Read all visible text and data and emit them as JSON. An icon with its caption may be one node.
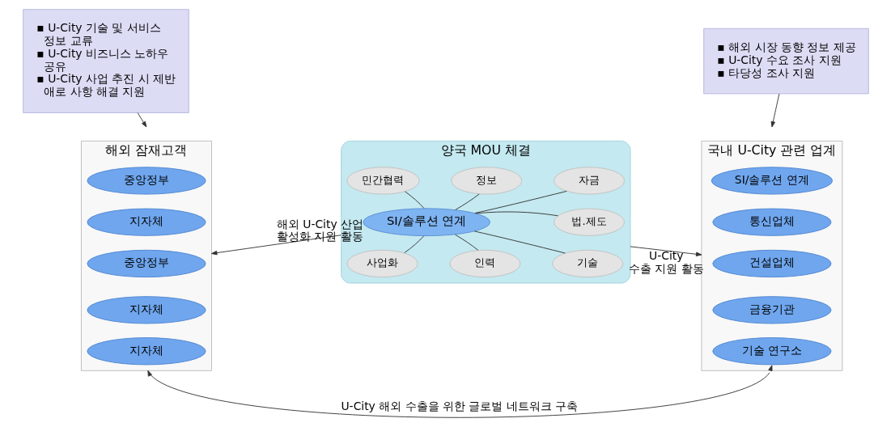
{
  "diagram": {
    "nodes": [
      {
        "text": [
          "▪ U-City 기술 및 서비스 정보 교류",
          "▪ U-City 비즈니스 노하우 공유",
          "▪ U-City 사업 추진 시 제반 애로 사항 해결 지원"
        ]
      },
      {
        "text": [
          "▪ 해외 시장 동향 정보 제공",
          "▪ U-City 수요 조사 지원",
          "▪ 타당성 조사 지원"
        ]
      },
      {
        "text": [
          "해외 잠재고객"
        ]
      },
      {
        "text": [
          "중앙정부"
        ],
        "in": 2
      },
      {
        "text": [
          "지자체"
        ],
        "in": 2
      },
      {
        "text": [
          "중앙정부"
        ],
        "in": 2
      },
      {
        "text": [
          "지자체"
        ],
        "in": 2
      },
      {
        "text": [
          "지자체"
        ],
        "in": 2
      },
      {
        "text": [
          "양국 MOU 체결"
        ]
      },
      {
        "text": [
          "자금"
        ],
        "in": 8
      },
      {
        "text": [
          "민간협력"
        ],
        "in": 8
      },
      {
        "text": [
          "정보"
        ],
        "in": 8
      },
      {
        "text": [
          "SI/솔루션 연계"
        ],
        "in": 8
      },
      {
        "text": [
          "법.제도"
        ],
        "in": 8
      },
      {
        "text": [
          "사업화"
        ],
        "in": 8
      },
      {
        "text": [
          "인력"
        ],
        "in": 8
      },
      {
        "text": [
          "기술"
        ],
        "in": 8
      },
      {
        "text": [
          "국내 U-City 관련 업계"
        ]
      },
      {
        "text": [
          "SI/솔루션 연계"
        ],
        "in": 17
      },
      {
        "text": [
          "통신업체"
        ],
        "in": 17
      },
      {
        "text": [
          "건설업체"
        ],
        "in": 17
      },
      {
        "text": [
          "금융기관"
        ],
        "in": 17
      },
      {
        "text": [
          "기술 연구소"
        ],
        "in": 17
      }
    ],
    "edges": [
      {
        "from": 0,
        "to": null,
        "arrow": "to"
      },
      {
        "from": 1,
        "to": null,
        "arrow": "to"
      },
      {
        "from": 8,
        "to": 2,
        "arrow": "to",
        "label": "해외 U-City 산업 활성화 지원 활동"
      },
      {
        "from": 8,
        "to": 17,
        "arrow": "to",
        "label": "U-City 수출 지원 활동"
      },
      {
        "from": 17,
        "to": 2,
        "arrow": "both",
        "label": "U-City 해외 수출을 위한 글로벌 네트워크 구축"
      },
      {
        "from": 12,
        "to": 9,
        "arrow": "none"
      },
      {
        "from": 12,
        "to": 10,
        "arrow": "none"
      },
      {
        "from": 12,
        "to": 11,
        "arrow": "none"
      },
      {
        "from": 12,
        "to": 13,
        "arrow": "none"
      },
      {
        "from": 12,
        "to": 14,
        "arrow": "none"
      },
      {
        "from": 12,
        "to": 15,
        "arrow": "none"
      },
      {
        "from": 12,
        "to": 16,
        "arrow": "none"
      }
    ]
  }
}
